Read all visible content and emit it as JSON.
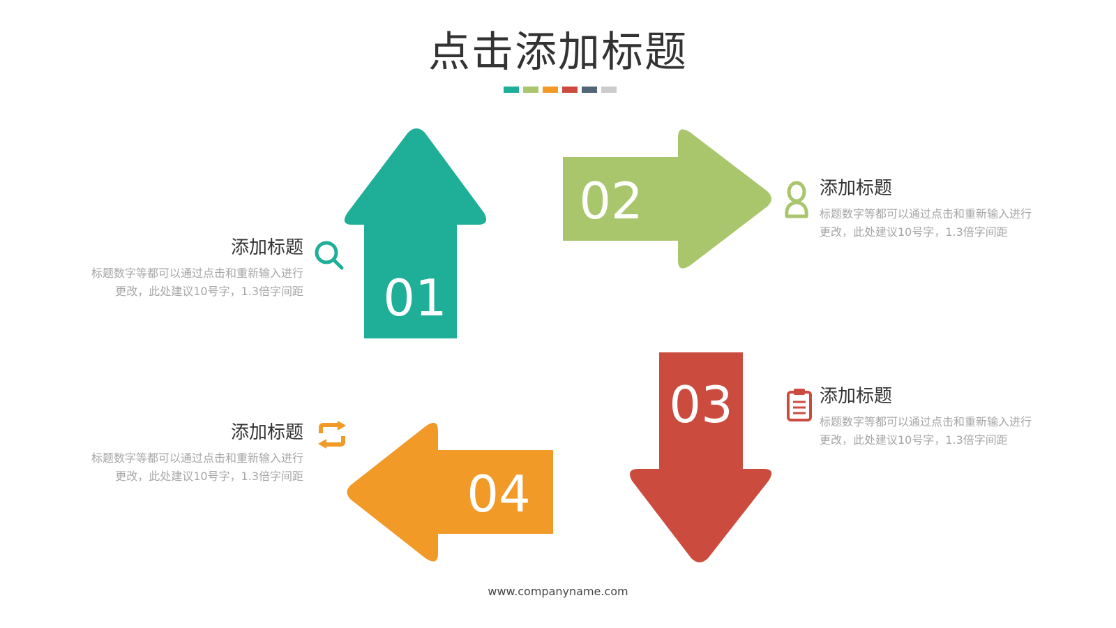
{
  "title": "点击添加标题",
  "colors": {
    "teal": "#1fae98",
    "green": "#a9c66c",
    "orange": "#f19a27",
    "red": "#cb4c3e",
    "slate": "#536478",
    "gray": "#cccccc"
  },
  "swatches": [
    "#1fae98",
    "#a9c66c",
    "#f19a27",
    "#cb4c3e",
    "#536478",
    "#cccccc"
  ],
  "steps": [
    {
      "number": "01",
      "heading": "添加标题",
      "desc": "标题数字等都可以通过点击和重新输入进行更改，此处建议10号字，1.3倍字间距",
      "icon": "search-icon",
      "direction": "up"
    },
    {
      "number": "02",
      "heading": "添加标题",
      "desc": "标题数字等都可以通过点击和重新输入进行更改，此处建议10号字，1.3倍字间距",
      "icon": "person-icon",
      "direction": "right"
    },
    {
      "number": "03",
      "heading": "添加标题",
      "desc": "标题数字等都可以通过点击和重新输入进行更改，此处建议10号字，1.3倍字间距",
      "icon": "clipboard-icon",
      "direction": "down"
    },
    {
      "number": "04",
      "heading": "添加标题",
      "desc": "标题数字等都可以通过点击和重新输入进行更改，此处建议10号字，1.3倍字间距",
      "icon": "refresh-icon",
      "direction": "left"
    }
  ],
  "footer": "www.companyname.com"
}
